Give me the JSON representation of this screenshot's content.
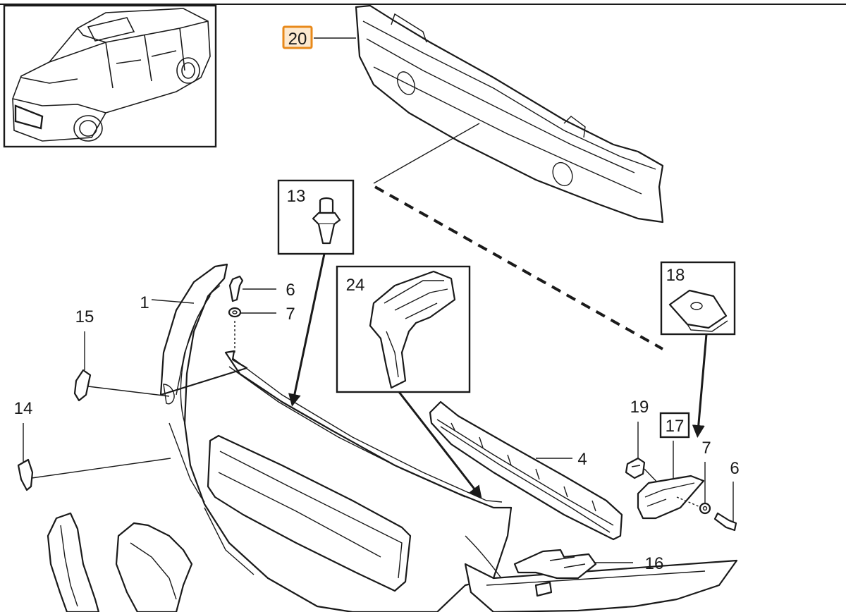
{
  "parts": {
    "reinforcement": "20",
    "bumper_cover": "1",
    "grille": "4",
    "screw_top": "6",
    "washer_top": "7",
    "screw_right": "6",
    "washer_right": "7",
    "clip": "13",
    "cap": "15",
    "trim_left": "14",
    "bracket_lower": "16",
    "bracket_right": "17",
    "nut_clip": "18",
    "clip_small": "19",
    "air_guide": "24"
  },
  "colors": {
    "highlight_border": "#e8891a",
    "highlight_fill": "#fde9cf",
    "line": "#1a1a1a"
  }
}
